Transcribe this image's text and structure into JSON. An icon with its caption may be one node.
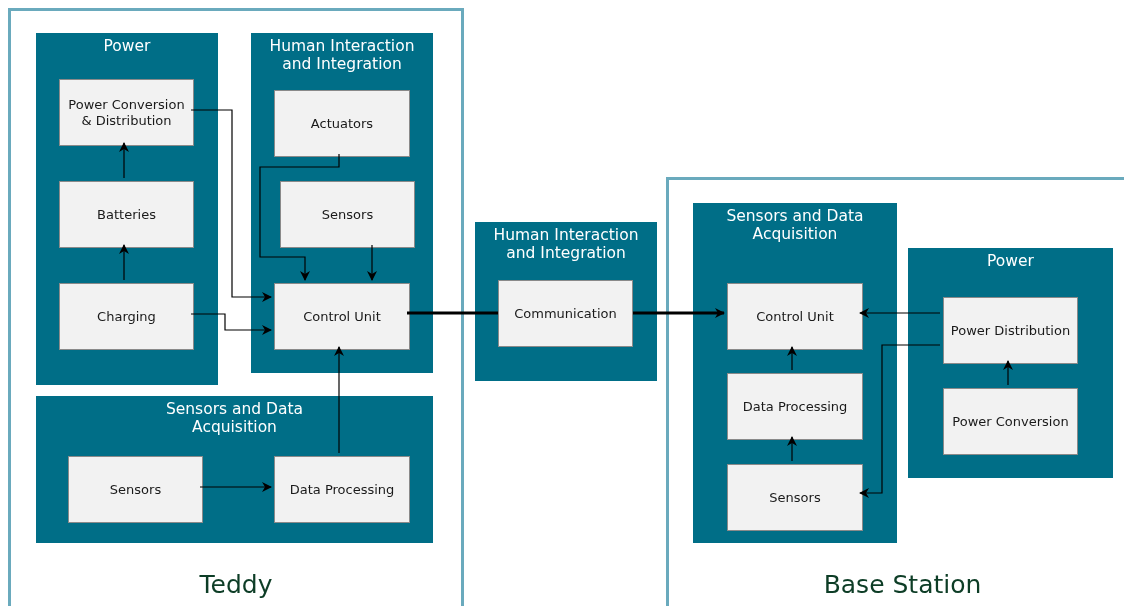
{
  "diagram": {
    "nodes": [
      {
        "text": [
          "Teddy"
        ]
      },
      {
        "text": [
          "Power"
        ],
        "in": 0
      },
      {
        "text": [
          "Power Conversion & Distribution"
        ],
        "in": 1
      },
      {
        "text": [
          "Batteries"
        ],
        "in": 1
      },
      {
        "text": [
          "Charging"
        ],
        "in": 1
      },
      {
        "text": [
          "Human Interaction and Integration"
        ],
        "in": 0
      },
      {
        "text": [
          "Actuators"
        ],
        "in": 5
      },
      {
        "text": [
          "Sensors"
        ],
        "in": 5
      },
      {
        "text": [
          "Control Unit"
        ],
        "in": 5
      },
      {
        "text": [
          "Sensors and Data Acquisition"
        ],
        "in": 0
      },
      {
        "text": [
          "Sensors"
        ],
        "in": 9
      },
      {
        "text": [
          "Data Processing"
        ],
        "in": 9
      },
      {
        "text": [
          "Human Interaction and Integration"
        ]
      },
      {
        "text": [
          "Communication"
        ],
        "in": 12
      },
      {
        "text": [
          "Base Station"
        ]
      },
      {
        "text": [
          "Sensors and Data Acquisition"
        ],
        "in": 14
      },
      {
        "text": [
          "Control Unit"
        ],
        "in": 15
      },
      {
        "text": [
          "Data Processing"
        ],
        "in": 15
      },
      {
        "text": [
          "Sensors"
        ],
        "in": 15
      },
      {
        "text": [
          "Power"
        ],
        "in": 14
      },
      {
        "text": [
          "Power Distribution"
        ],
        "in": 19
      },
      {
        "text": [
          "Power Conversion"
        ],
        "in": 19
      }
    ],
    "edges": [
      {
        "from": 3,
        "to": 2,
        "arrow": "to"
      },
      {
        "from": 4,
        "to": 3,
        "arrow": "to"
      },
      {
        "from": 2,
        "to": 8,
        "arrow": "to"
      },
      {
        "from": 4,
        "to": 8,
        "arrow": "to"
      },
      {
        "from": 6,
        "to": 8,
        "arrow": "to"
      },
      {
        "from": 7,
        "to": 8,
        "arrow": "to"
      },
      {
        "from": 10,
        "to": 11,
        "arrow": "to"
      },
      {
        "from": 11,
        "to": 8,
        "arrow": "to"
      },
      {
        "from": 8,
        "to": 13,
        "arrow": "none",
        "style": "thick"
      },
      {
        "from": 13,
        "to": 16,
        "arrow": "to",
        "style": "thick"
      },
      {
        "from": 20,
        "to": 16,
        "arrow": "to"
      },
      {
        "from": 20,
        "to": 18,
        "arrow": "to"
      },
      {
        "from": 21,
        "to": 20,
        "arrow": "to"
      },
      {
        "from": 18,
        "to": 17,
        "arrow": "to"
      },
      {
        "from": 17,
        "to": 16,
        "arrow": "to"
      }
    ]
  }
}
